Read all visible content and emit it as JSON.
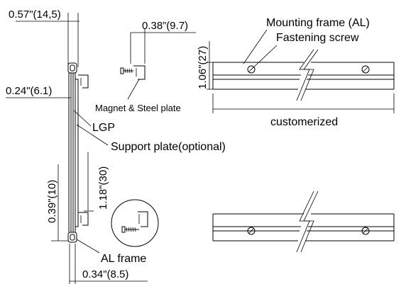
{
  "labels": {
    "dim_top_width": "0.57\"(14,5)",
    "dim_top_right": "0.38”(9.7)",
    "dim_left_width": "0.24\"(6.1)",
    "magnet": "Magnet & Steel plate",
    "lgp": "LGP",
    "support_plate": "Support plate(optional)",
    "dim_support_height": "1.18\"(30)",
    "dim_bottom_height": "0.39\"(10)",
    "al_frame": "AL frame",
    "dim_bottom_width": "0.34\"(8.5)",
    "mounting_frame": "Mounting frame (AL)",
    "fastening_screw": "Fastening screw",
    "dim_frame_height": "1.06\"(27)",
    "customerized": "customerized"
  },
  "colors": {
    "line": "#000000",
    "background": "#ffffff"
  },
  "icons": [
    "screw-icon",
    "magnet-bracket-icon",
    "break-line-icon"
  ]
}
